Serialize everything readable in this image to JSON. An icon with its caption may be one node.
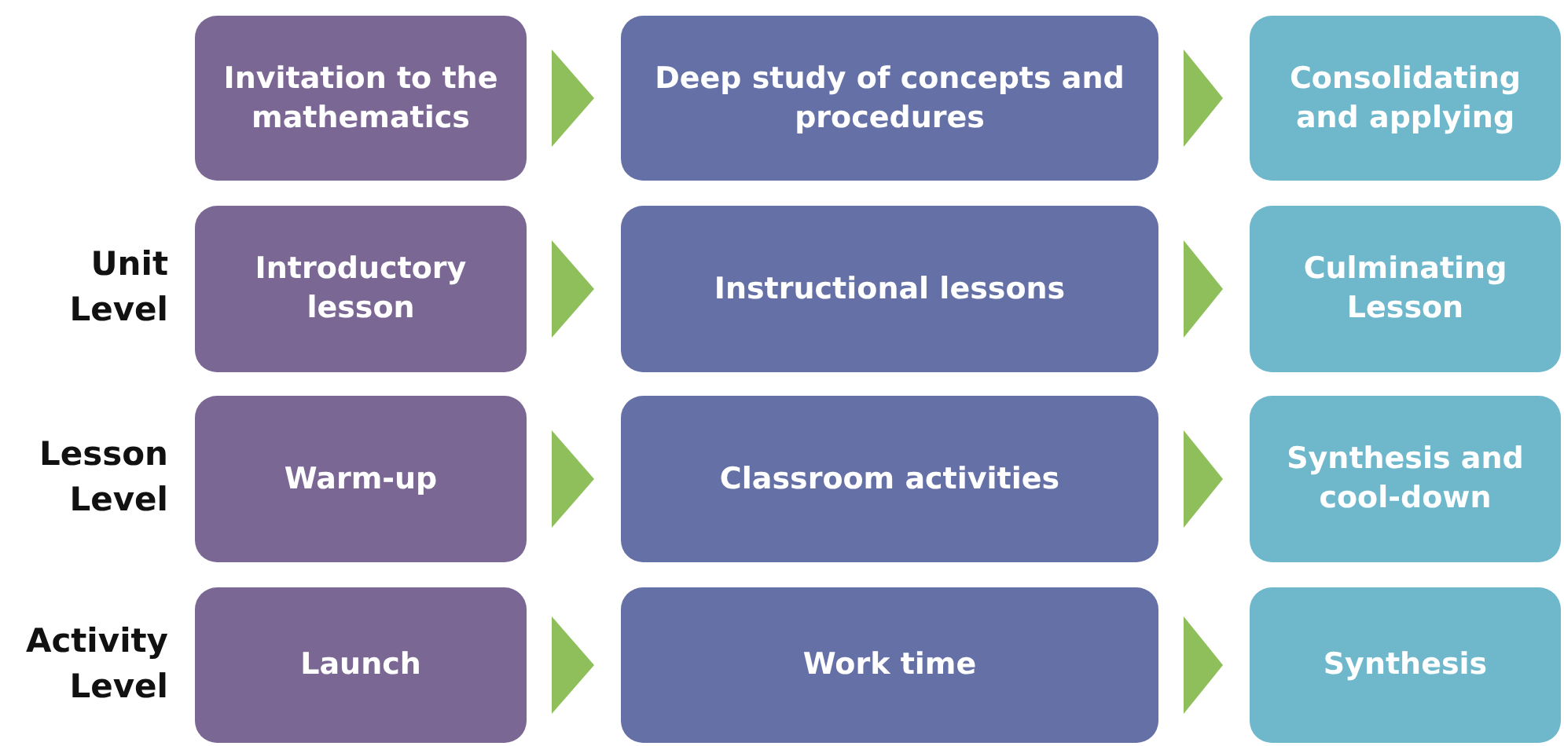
{
  "diagram": {
    "nodes": [
      {
        "text": [
          "Invitation to the mathematics"
        ]
      },
      {
        "text": [
          "Deep study of concepts and procedures"
        ]
      },
      {
        "text": [
          "Consolidating and applying"
        ]
      },
      {
        "text": [
          "Introductory lesson"
        ]
      },
      {
        "text": [
          "Instructional lessons"
        ]
      },
      {
        "text": [
          "Culminating Lesson"
        ]
      },
      {
        "text": [
          "Warm-up"
        ]
      },
      {
        "text": [
          "Classroom activities"
        ]
      },
      {
        "text": [
          "Synthesis and cool-down"
        ]
      },
      {
        "text": [
          "Launch"
        ]
      },
      {
        "text": [
          "Work time"
        ]
      },
      {
        "text": [
          "Synthesis"
        ]
      }
    ],
    "edges": [
      {
        "from": 0,
        "to": 1,
        "arrow": "to"
      },
      {
        "from": 1,
        "to": 2,
        "arrow": "to"
      },
      {
        "from": 3,
        "to": 4,
        "arrow": "to"
      },
      {
        "from": 4,
        "to": 5,
        "arrow": "to"
      },
      {
        "from": 6,
        "to": 7,
        "arrow": "to"
      },
      {
        "from": 7,
        "to": 8,
        "arrow": "to"
      },
      {
        "from": 9,
        "to": 10,
        "arrow": "to"
      },
      {
        "from": 10,
        "to": 11,
        "arrow": "to"
      }
    ],
    "labels": [
      "Unit Level",
      "Lesson Level",
      "Activity Level"
    ]
  }
}
